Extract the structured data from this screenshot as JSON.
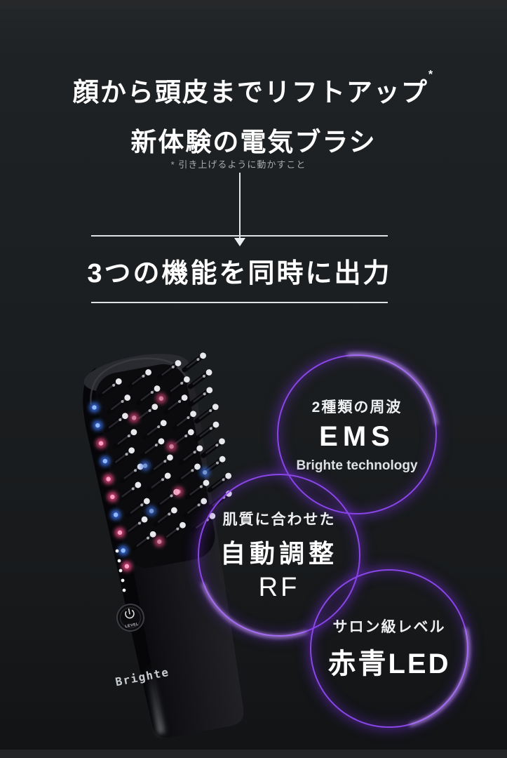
{
  "hero": {
    "title_line1": "顔から頭皮までリフトアップ",
    "title_asterisk": "*",
    "title_line2": "新体験の電気ブラシ",
    "footnote": "* 引き上げるように動かすこと"
  },
  "section": {
    "heading": "3つの機能を同時に出力"
  },
  "device": {
    "brand": "Brighte",
    "button_label": "LEVEL",
    "level_dots": 5
  },
  "features": [
    {
      "id": "ems",
      "line1": "2種類の周波",
      "line2": "EMS",
      "line3": "Brighte technology"
    },
    {
      "id": "rf",
      "line1": "肌質に合わせた",
      "line2": "自動調整",
      "line3": "RF"
    },
    {
      "id": "led",
      "line1": "サロン級レベル",
      "line2": "赤青LED"
    }
  ],
  "colors": {
    "accent_purple": "#8b46e8",
    "glow_purple": "#7a2fe6",
    "led_blue": "#3f7bff",
    "led_blue_core": "#8fb8ff",
    "led_red": "#ff4f8b",
    "led_red_core": "#ff9ec4",
    "text_white": "#ffffff",
    "note_gray": "#a8acae",
    "line_gray": "#dfe2e4",
    "brand_gray": "#c9cccf"
  }
}
